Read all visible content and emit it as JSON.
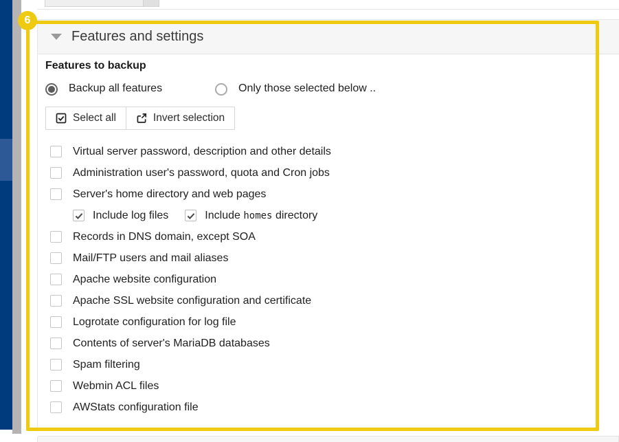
{
  "annotation": {
    "badge": "6",
    "color": "#eecb11"
  },
  "sidebar": {
    "nav_color": "#003b7e",
    "highlight_color": "#2d5a96"
  },
  "section": {
    "title": "Features and settings",
    "collapse_icon": "caret-down-icon",
    "subheading": "Features to backup",
    "radio_options": [
      {
        "label": "Backup all features",
        "selected": true
      },
      {
        "label": "Only those selected below ..",
        "selected": false
      }
    ],
    "toolbar": {
      "select_all": {
        "label": "Select all",
        "icon": "checkbox-checked-icon"
      },
      "invert_selection": {
        "label": "Invert selection",
        "icon": "share-arrow-icon"
      }
    },
    "features": [
      {
        "label": "Virtual server password, description and other details",
        "checked": false
      },
      {
        "label": "Administration user's password, quota and Cron jobs",
        "checked": false
      },
      {
        "label": "Server's home directory and web pages",
        "checked": false
      },
      {
        "label": "Records in DNS domain, except SOA",
        "checked": false
      },
      {
        "label": "Mail/FTP users and mail aliases",
        "checked": false
      },
      {
        "label": "Apache website configuration",
        "checked": false
      },
      {
        "label": "Apache SSL website configuration and certificate",
        "checked": false
      },
      {
        "label": "Logrotate configuration for log file",
        "checked": false
      },
      {
        "label": "Contents of server's MariaDB databases",
        "checked": false
      },
      {
        "label": "Spam filtering",
        "checked": false
      },
      {
        "label": "Webmin ACL files",
        "checked": false
      },
      {
        "label": "AWStats configuration file",
        "checked": false
      }
    ],
    "subrow": {
      "include_log": {
        "label": "Include log files",
        "checked": true
      },
      "include_homes": {
        "pre": "Include ",
        "code": "homes",
        "post": " directory",
        "checked": true
      }
    }
  }
}
